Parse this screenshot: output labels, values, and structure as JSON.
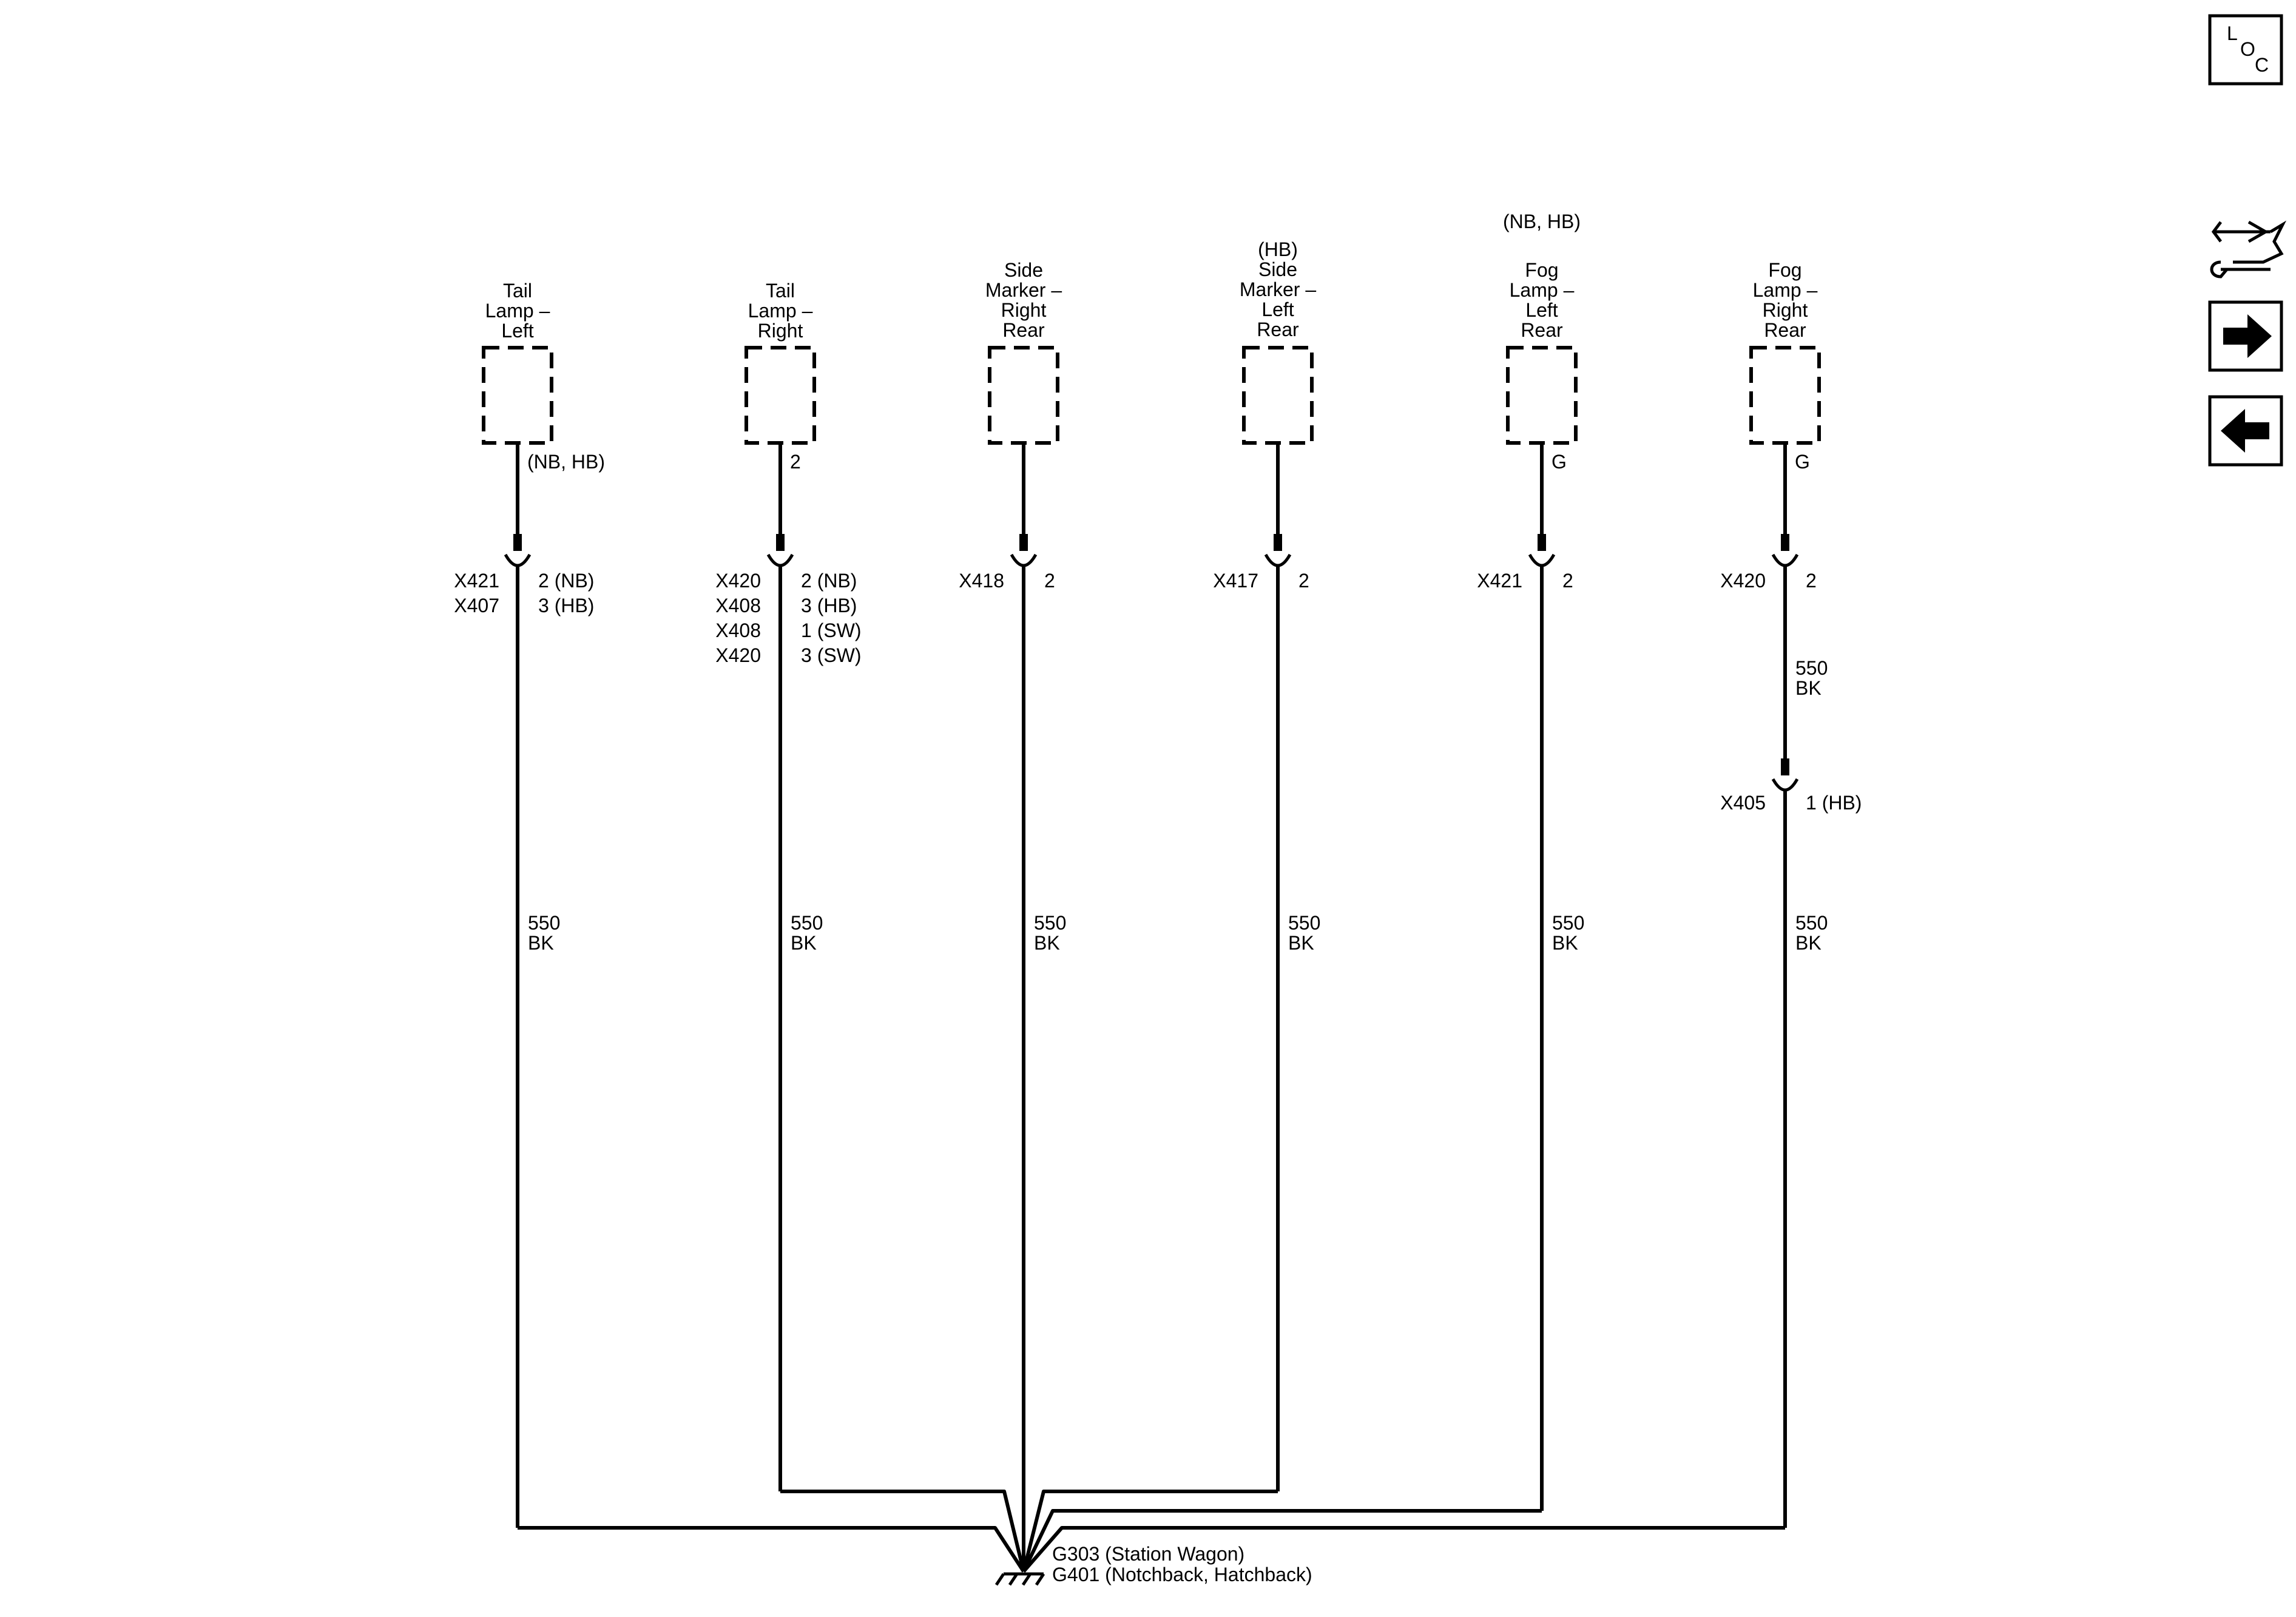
{
  "nav": {
    "loc_letters": [
      "L",
      "O",
      "C"
    ]
  },
  "colors": {
    "line": "#000000",
    "background": "#ffffff"
  },
  "icons": [
    "loc-icon",
    "connector-end-view-icon",
    "next-page-arrow-icon",
    "previous-page-arrow-icon",
    "ground-symbol-icon"
  ],
  "components": [
    {
      "id": "tail-lamp-left",
      "option": "",
      "name_lines": [
        "Tail",
        "Lamp –",
        "Left"
      ],
      "terminal": "(NB, HB)",
      "connectors": [
        [
          "X421",
          "2 (NB)"
        ],
        [
          "X407",
          "3 (HB)"
        ]
      ],
      "wire": [
        "550",
        "BK"
      ]
    },
    {
      "id": "tail-lamp-right",
      "option": "",
      "name_lines": [
        "Tail",
        "Lamp –",
        "Right"
      ],
      "terminal": "2",
      "connectors": [
        [
          "X420",
          "2 (NB)"
        ],
        [
          "X408",
          "3 (HB)"
        ],
        [
          "X408",
          "1 (SW)"
        ],
        [
          "X420",
          "3 (SW)"
        ]
      ],
      "wire": [
        "550",
        "BK"
      ]
    },
    {
      "id": "side-marker-right-rear",
      "option": "",
      "name_lines": [
        "Side",
        "Marker –",
        "Right",
        "Rear"
      ],
      "terminal": "",
      "connectors": [
        [
          "X418",
          "2"
        ]
      ],
      "wire": [
        "550",
        "BK"
      ]
    },
    {
      "id": "side-marker-left-rear",
      "option": "",
      "name_lines": [
        "(HB)",
        "Side",
        "Marker –",
        "Left",
        "Rear"
      ],
      "terminal": "",
      "connectors": [
        [
          "X417",
          "2"
        ]
      ],
      "wire": [
        "550",
        "BK"
      ]
    },
    {
      "id": "fog-lamp-left-rear",
      "option": "(NB, HB)",
      "name_lines": [
        "Fog",
        "Lamp –",
        "Left",
        "Rear"
      ],
      "terminal": "G",
      "connectors": [
        [
          "X421",
          "2"
        ]
      ],
      "wire": [
        "550",
        "BK"
      ]
    },
    {
      "id": "fog-lamp-right-rear",
      "option": "",
      "name_lines": [
        "Fog",
        "Lamp –",
        "Right",
        "Rear"
      ],
      "terminal": "G",
      "connectors": [
        [
          "X420",
          "2"
        ]
      ],
      "wire_upper": [
        "550",
        "BK"
      ],
      "inline_connector": [
        "X405",
        "1 (HB)"
      ],
      "wire": [
        "550",
        "BK"
      ]
    }
  ],
  "ground": {
    "labels": [
      "G303 (Station Wagon)",
      "G401 (Notchback, Hatchback)"
    ]
  }
}
